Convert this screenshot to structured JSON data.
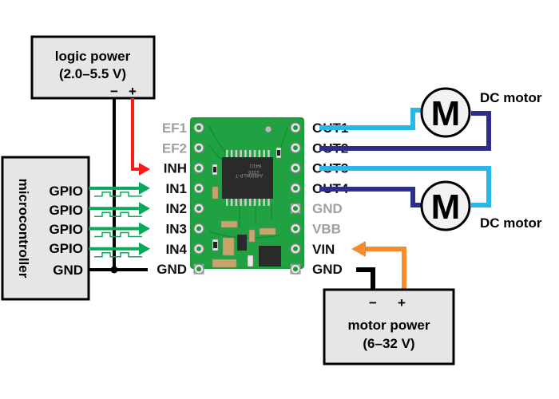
{
  "logic_power": {
    "title": "logic power",
    "range": "(2.0–5.5 V)",
    "minus": "−",
    "plus": "+"
  },
  "motor_power": {
    "title": "motor power",
    "range": "(6–32 V)",
    "minus": "−",
    "plus": "+"
  },
  "microcontroller": {
    "title": "microcontroller",
    "pins": [
      "GPIO",
      "GPIO",
      "GPIO",
      "GPIO",
      "GND"
    ]
  },
  "board": {
    "left_pins": [
      {
        "label": "EF1",
        "muted": true
      },
      {
        "label": "EF2",
        "muted": true
      },
      {
        "label": "INH",
        "muted": false
      },
      {
        "label": "IN1",
        "muted": false
      },
      {
        "label": "IN2",
        "muted": false
      },
      {
        "label": "IN3",
        "muted": false
      },
      {
        "label": "IN4",
        "muted": false
      },
      {
        "label": "GND",
        "muted": false
      }
    ],
    "right_pins": [
      {
        "label": "OUT1",
        "muted": false
      },
      {
        "label": "OUT2",
        "muted": false
      },
      {
        "label": "OUT3",
        "muted": false
      },
      {
        "label": "OUT4",
        "muted": false
      },
      {
        "label": "GND",
        "muted": true
      },
      {
        "label": "VBB",
        "muted": true
      },
      {
        "label": "VIN",
        "muted": false
      },
      {
        "label": "GND",
        "muted": false
      }
    ],
    "chip_text": [
      "A4990KLP-T",
      "1319",
      "641U"
    ]
  },
  "motors": [
    {
      "symbol": "M",
      "label": "DC motor"
    },
    {
      "symbol": "M",
      "label": "DC motor"
    }
  ],
  "colors": {
    "logic_plus": "#ff1a1a",
    "signal": "#0aa85a",
    "out_a": "#29b6ea",
    "out_b": "#2b2e8c",
    "motor_plus": "#f58a2e",
    "ground": "#000000",
    "pcb": "#1e9a3c",
    "muted_label": "#a0a0a0"
  }
}
